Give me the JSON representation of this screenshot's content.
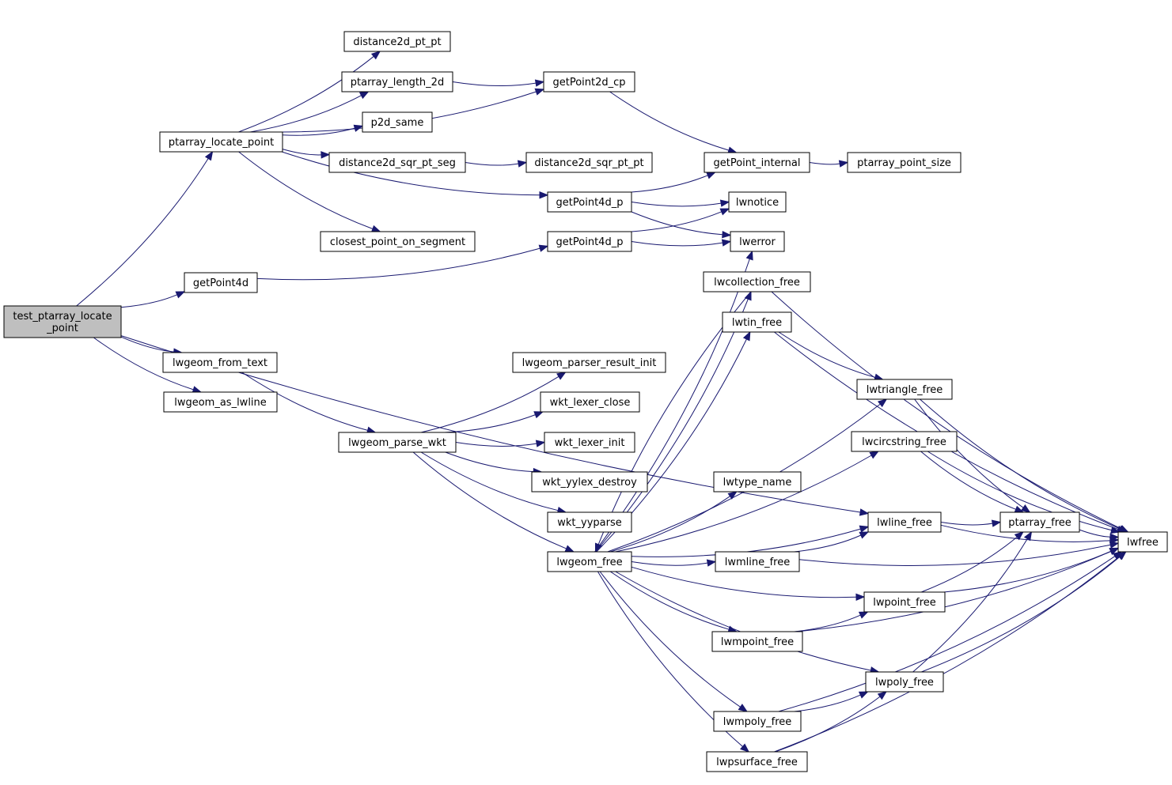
{
  "diagram": {
    "nodes": [
      {
        "id": "test_ptarray_locate_point",
        "lines": [
          "test_ptarray_locate",
          "_point"
        ],
        "root": true
      },
      {
        "id": "ptarray_locate_point",
        "lines": [
          "ptarray_locate_point"
        ]
      },
      {
        "id": "getPoint4d",
        "lines": [
          "getPoint4d"
        ]
      },
      {
        "id": "lwgeom_from_text",
        "lines": [
          "lwgeom_from_text"
        ]
      },
      {
        "id": "lwgeom_as_lwline",
        "lines": [
          "lwgeom_as_lwline"
        ]
      },
      {
        "id": "distance2d_pt_pt",
        "lines": [
          "distance2d_pt_pt"
        ]
      },
      {
        "id": "ptarray_length_2d",
        "lines": [
          "ptarray_length_2d"
        ]
      },
      {
        "id": "p2d_same",
        "lines": [
          "p2d_same"
        ]
      },
      {
        "id": "distance2d_sqr_pt_seg",
        "lines": [
          "distance2d_sqr_pt_seg"
        ]
      },
      {
        "id": "closest_point_on_segment",
        "lines": [
          "closest_point_on_segment"
        ]
      },
      {
        "id": "lwgeom_parse_wkt",
        "lines": [
          "lwgeom_parse_wkt"
        ]
      },
      {
        "id": "getPoint2d_cp",
        "lines": [
          "getPoint2d_cp"
        ]
      },
      {
        "id": "distance2d_sqr_pt_pt",
        "lines": [
          "distance2d_sqr_pt_pt"
        ]
      },
      {
        "id": "getPoint4d_p_a",
        "lines": [
          "getPoint4d_p"
        ]
      },
      {
        "id": "getPoint4d_p_b",
        "lines": [
          "getPoint4d_p"
        ]
      },
      {
        "id": "lwgeom_parser_result_init",
        "lines": [
          "lwgeom_parser_result_init"
        ]
      },
      {
        "id": "wkt_lexer_close",
        "lines": [
          "wkt_lexer_close"
        ]
      },
      {
        "id": "wkt_lexer_init",
        "lines": [
          "wkt_lexer_init"
        ]
      },
      {
        "id": "wkt_yylex_destroy",
        "lines": [
          "wkt_yylex_destroy"
        ]
      },
      {
        "id": "wkt_yyparse",
        "lines": [
          "wkt_yyparse"
        ]
      },
      {
        "id": "lwgeom_free",
        "lines": [
          "lwgeom_free"
        ]
      },
      {
        "id": "getPoint_internal",
        "lines": [
          "getPoint_internal"
        ]
      },
      {
        "id": "lwnotice",
        "lines": [
          "lwnotice"
        ]
      },
      {
        "id": "lwerror",
        "lines": [
          "lwerror"
        ]
      },
      {
        "id": "lwcollection_free",
        "lines": [
          "lwcollection_free"
        ]
      },
      {
        "id": "lwtin_free",
        "lines": [
          "lwtin_free"
        ]
      },
      {
        "id": "lwtype_name",
        "lines": [
          "lwtype_name"
        ]
      },
      {
        "id": "lwmline_free",
        "lines": [
          "lwmline_free"
        ]
      },
      {
        "id": "lwmpoint_free",
        "lines": [
          "lwmpoint_free"
        ]
      },
      {
        "id": "lwmpoly_free",
        "lines": [
          "lwmpoly_free"
        ]
      },
      {
        "id": "lwpsurface_free",
        "lines": [
          "lwpsurface_free"
        ]
      },
      {
        "id": "ptarray_point_size",
        "lines": [
          "ptarray_point_size"
        ]
      },
      {
        "id": "lwtriangle_free",
        "lines": [
          "lwtriangle_free"
        ]
      },
      {
        "id": "lwcircstring_free",
        "lines": [
          "lwcircstring_free"
        ]
      },
      {
        "id": "lwline_free",
        "lines": [
          "lwline_free"
        ]
      },
      {
        "id": "lwpoint_free",
        "lines": [
          "lwpoint_free"
        ]
      },
      {
        "id": "lwpoly_free",
        "lines": [
          "lwpoly_free"
        ]
      },
      {
        "id": "ptarray_free",
        "lines": [
          "ptarray_free"
        ]
      },
      {
        "id": "lwfree",
        "lines": [
          "lwfree"
        ]
      }
    ],
    "edges": [
      [
        "test_ptarray_locate_point",
        "ptarray_locate_point"
      ],
      [
        "test_ptarray_locate_point",
        "getPoint4d"
      ],
      [
        "test_ptarray_locate_point",
        "lwgeom_from_text"
      ],
      [
        "test_ptarray_locate_point",
        "lwgeom_as_lwline"
      ],
      [
        "test_ptarray_locate_point",
        "lwline_free"
      ],
      [
        "ptarray_locate_point",
        "distance2d_pt_pt"
      ],
      [
        "ptarray_locate_point",
        "ptarray_length_2d"
      ],
      [
        "ptarray_locate_point",
        "p2d_same"
      ],
      [
        "ptarray_locate_point",
        "distance2d_sqr_pt_seg"
      ],
      [
        "ptarray_locate_point",
        "closest_point_on_segment"
      ],
      [
        "ptarray_locate_point",
        "getPoint2d_cp"
      ],
      [
        "ptarray_locate_point",
        "getPoint4d_p_a"
      ],
      [
        "ptarray_length_2d",
        "getPoint2d_cp"
      ],
      [
        "distance2d_sqr_pt_seg",
        "distance2d_sqr_pt_pt"
      ],
      [
        "getPoint2d_cp",
        "getPoint_internal"
      ],
      [
        "getPoint4d",
        "getPoint4d_p_b"
      ],
      [
        "getPoint4d_p_a",
        "getPoint_internal"
      ],
      [
        "getPoint4d_p_a",
        "lwnotice"
      ],
      [
        "getPoint4d_p_a",
        "lwerror"
      ],
      [
        "getPoint4d_p_b",
        "lwnotice"
      ],
      [
        "getPoint4d_p_b",
        "lwerror"
      ],
      [
        "getPoint_internal",
        "ptarray_point_size"
      ],
      [
        "lwgeom_from_text",
        "lwgeom_parse_wkt"
      ],
      [
        "lwgeom_parse_wkt",
        "lwgeom_parser_result_init"
      ],
      [
        "lwgeom_parse_wkt",
        "wkt_lexer_close"
      ],
      [
        "lwgeom_parse_wkt",
        "wkt_lexer_init"
      ],
      [
        "lwgeom_parse_wkt",
        "wkt_yylex_destroy"
      ],
      [
        "lwgeom_parse_wkt",
        "wkt_yyparse"
      ],
      [
        "lwgeom_parse_wkt",
        "lwgeom_free"
      ],
      [
        "lwgeom_free",
        "lwerror"
      ],
      [
        "lwgeom_free",
        "lwcollection_free"
      ],
      [
        "lwgeom_free",
        "lwtin_free"
      ],
      [
        "lwgeom_free",
        "lwtriangle_free"
      ],
      [
        "lwgeom_free",
        "lwcircstring_free"
      ],
      [
        "lwgeom_free",
        "lwtype_name"
      ],
      [
        "lwgeom_free",
        "lwline_free"
      ],
      [
        "lwgeom_free",
        "lwmline_free"
      ],
      [
        "lwgeom_free",
        "lwpoint_free"
      ],
      [
        "lwgeom_free",
        "lwmpoint_free"
      ],
      [
        "lwgeom_free",
        "lwpoly_free"
      ],
      [
        "lwgeom_free",
        "lwmpoly_free"
      ],
      [
        "lwgeom_free",
        "lwpsurface_free"
      ],
      [
        "lwcollection_free",
        "lwgeom_free"
      ],
      [
        "lwcollection_free",
        "lwfree"
      ],
      [
        "lwtin_free",
        "lwtriangle_free"
      ],
      [
        "lwtin_free",
        "lwfree"
      ],
      [
        "lwtriangle_free",
        "ptarray_free"
      ],
      [
        "lwtriangle_free",
        "lwfree"
      ],
      [
        "lwcircstring_free",
        "ptarray_free"
      ],
      [
        "lwcircstring_free",
        "lwfree"
      ],
      [
        "lwline_free",
        "ptarray_free"
      ],
      [
        "lwline_free",
        "lwfree"
      ],
      [
        "lwmline_free",
        "lwline_free"
      ],
      [
        "lwmline_free",
        "lwfree"
      ],
      [
        "lwpoint_free",
        "ptarray_free"
      ],
      [
        "lwpoint_free",
        "lwfree"
      ],
      [
        "lwmpoint_free",
        "lwpoint_free"
      ],
      [
        "lwmpoint_free",
        "lwfree"
      ],
      [
        "lwpoly_free",
        "ptarray_free"
      ],
      [
        "lwpoly_free",
        "lwfree"
      ],
      [
        "lwmpoly_free",
        "lwpoly_free"
      ],
      [
        "lwmpoly_free",
        "lwfree"
      ],
      [
        "lwpsurface_free",
        "lwpoly_free"
      ],
      [
        "lwpsurface_free",
        "lwfree"
      ],
      [
        "ptarray_free",
        "lwfree"
      ]
    ]
  }
}
